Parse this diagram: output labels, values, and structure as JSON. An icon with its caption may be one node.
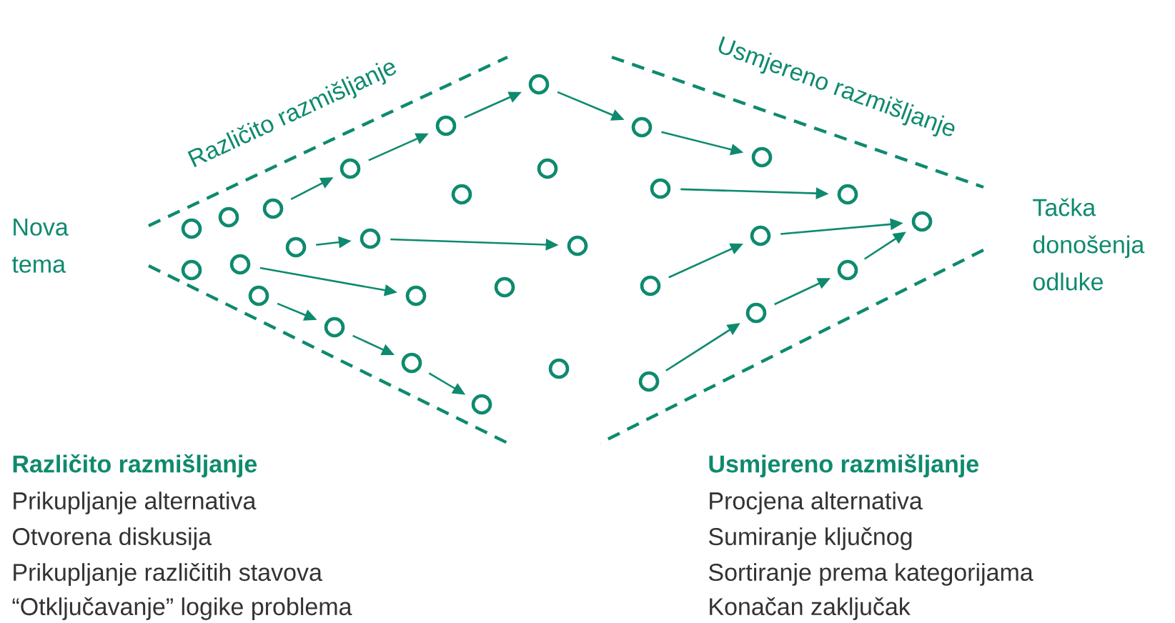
{
  "diagram": {
    "nodes": [
      {
        "text": [],
        "shape": "circle"
      },
      {
        "text": [],
        "shape": "circle"
      },
      {
        "text": [],
        "shape": "circle"
      },
      {
        "text": [],
        "shape": "circle"
      },
      {
        "text": [],
        "shape": "circle"
      },
      {
        "text": [],
        "shape": "circle"
      },
      {
        "text": [],
        "shape": "circle"
      },
      {
        "text": [],
        "shape": "circle"
      },
      {
        "text": [],
        "shape": "circle"
      },
      {
        "text": [],
        "shape": "circle"
      },
      {
        "text": [],
        "shape": "circle"
      },
      {
        "text": [],
        "shape": "circle"
      },
      {
        "text": [],
        "shape": "circle"
      },
      {
        "text": [],
        "shape": "circle"
      },
      {
        "text": [],
        "shape": "circle"
      },
      {
        "text": [],
        "shape": "circle"
      },
      {
        "text": [],
        "shape": "circle"
      },
      {
        "text": [],
        "shape": "circle"
      },
      {
        "text": [],
        "shape": "circle"
      },
      {
        "text": [],
        "shape": "circle"
      },
      {
        "text": [],
        "shape": "circle"
      },
      {
        "text": [],
        "shape": "circle"
      },
      {
        "text": [],
        "shape": "circle"
      },
      {
        "text": [],
        "shape": "circle"
      },
      {
        "text": [],
        "shape": "circle"
      },
      {
        "text": [],
        "shape": "circle"
      },
      {
        "text": [],
        "shape": "circle"
      },
      {
        "text": [],
        "shape": "circle"
      },
      {
        "text": [],
        "shape": "circle"
      },
      {
        "text": [],
        "shape": "circle"
      }
    ],
    "edges": [
      {
        "from": 5,
        "to": 8,
        "arrow": "to"
      },
      {
        "from": 8,
        "to": 12,
        "arrow": "to"
      },
      {
        "from": 12,
        "to": 16,
        "arrow": "to"
      },
      {
        "from": 16,
        "to": 20,
        "arrow": "to"
      },
      {
        "from": 20,
        "to": 26,
        "arrow": "to"
      },
      {
        "from": 23,
        "to": 28,
        "arrow": "to"
      },
      {
        "from": 6,
        "to": 9,
        "arrow": "to"
      },
      {
        "from": 9,
        "to": 19,
        "arrow": "to"
      },
      {
        "from": 3,
        "to": 11,
        "arrow": "to"
      },
      {
        "from": 4,
        "to": 7,
        "arrow": "to"
      },
      {
        "from": 7,
        "to": 10,
        "arrow": "to"
      },
      {
        "from": 10,
        "to": 14,
        "arrow": "to"
      },
      {
        "from": 25,
        "to": 29,
        "arrow": "to"
      },
      {
        "from": 22,
        "to": 25,
        "arrow": "to"
      },
      {
        "from": 21,
        "to": 24,
        "arrow": "to"
      },
      {
        "from": 24,
        "to": 27,
        "arrow": "to"
      },
      {
        "from": 27,
        "to": 29,
        "arrow": "to"
      }
    ],
    "labels": [
      "Različito razmišljanje",
      "Usmjereno razmišljanje",
      "Nova tema",
      "Tačka donošenja odluke",
      "Različito razmišljanje",
      "Prikupljanje alternativa",
      "Otvorena diskusija",
      "Prikupljanje različitih stavova",
      "“Otključavanje” logike problema",
      "Usmjereno razmišljanje",
      "Procjena alternativa",
      "Sumiranje ključnog",
      "Sortiranje prema kategorijama",
      "Konačan zaključak"
    ]
  }
}
